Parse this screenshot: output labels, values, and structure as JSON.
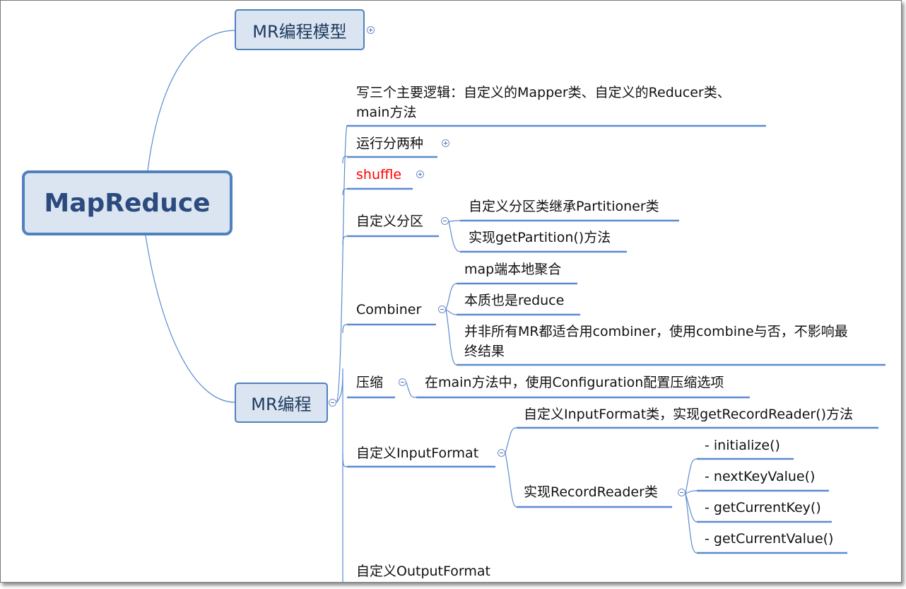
{
  "root": {
    "label": "MapReduce"
  },
  "nodes": {
    "model": "MR编程模型",
    "prog": "MR编程"
  },
  "branches": {
    "logic_line1": "写三个主要逻辑：自定义的Mapper类、自定义的Reducer类、",
    "logic_line2": "main方法",
    "run": "运行分两种",
    "shuffle": "shuffle",
    "partition": "自定义分区",
    "partition_c1": "自定义分区类继承Partitioner类",
    "partition_c2": "实现getPartition()方法",
    "combiner": "Combiner",
    "combiner_c1": "map端本地聚合",
    "combiner_c2": "本质也是reduce",
    "combiner_c3_line1": "并非所有MR都适合用combiner，使用combine与否，不影响最",
    "combiner_c3_line2": "终结果",
    "compress": "压缩",
    "compress_c1": "在main方法中，使用Configuration配置压缩选项",
    "inputformat": "自定义InputFormat",
    "inputformat_c1": "自定义InputFormat类，实现getRecordReader()方法",
    "recordreader": "实现RecordReader类",
    "rr_c1": "- initialize()",
    "rr_c2": "- nextKeyValue()",
    "rr_c3": "- getCurrentKey()",
    "rr_c4": "- getCurrentValue()",
    "outputformat": "自定义OutputFormat"
  },
  "colors": {
    "line": "#5b8bd0",
    "box_fill": "#dbe5f1",
    "box_border": "#4f81bd",
    "highlight": "#ff0000"
  }
}
